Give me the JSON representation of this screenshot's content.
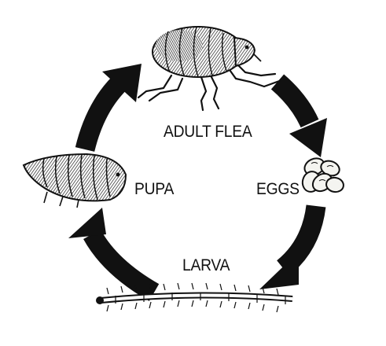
{
  "diagram": {
    "type": "life-cycle",
    "stages": [
      {
        "id": "adult",
        "label": "ADULT FLEA",
        "illustration": "adult-flea-illustration"
      },
      {
        "id": "eggs",
        "label": "EGGS",
        "illustration": "eggs-illustration"
      },
      {
        "id": "larva",
        "label": "LARVA",
        "illustration": "larva-illustration"
      },
      {
        "id": "pupa",
        "label": "PUPA",
        "illustration": "pupa-illustration"
      }
    ],
    "arrows": [
      {
        "from": "adult",
        "to": "eggs"
      },
      {
        "from": "eggs",
        "to": "larva"
      },
      {
        "from": "larva",
        "to": "pupa"
      },
      {
        "from": "pupa",
        "to": "adult"
      }
    ],
    "colors": {
      "ink": "#111111",
      "background": "#ffffff",
      "egg_fill": "#f4f4f0"
    }
  }
}
